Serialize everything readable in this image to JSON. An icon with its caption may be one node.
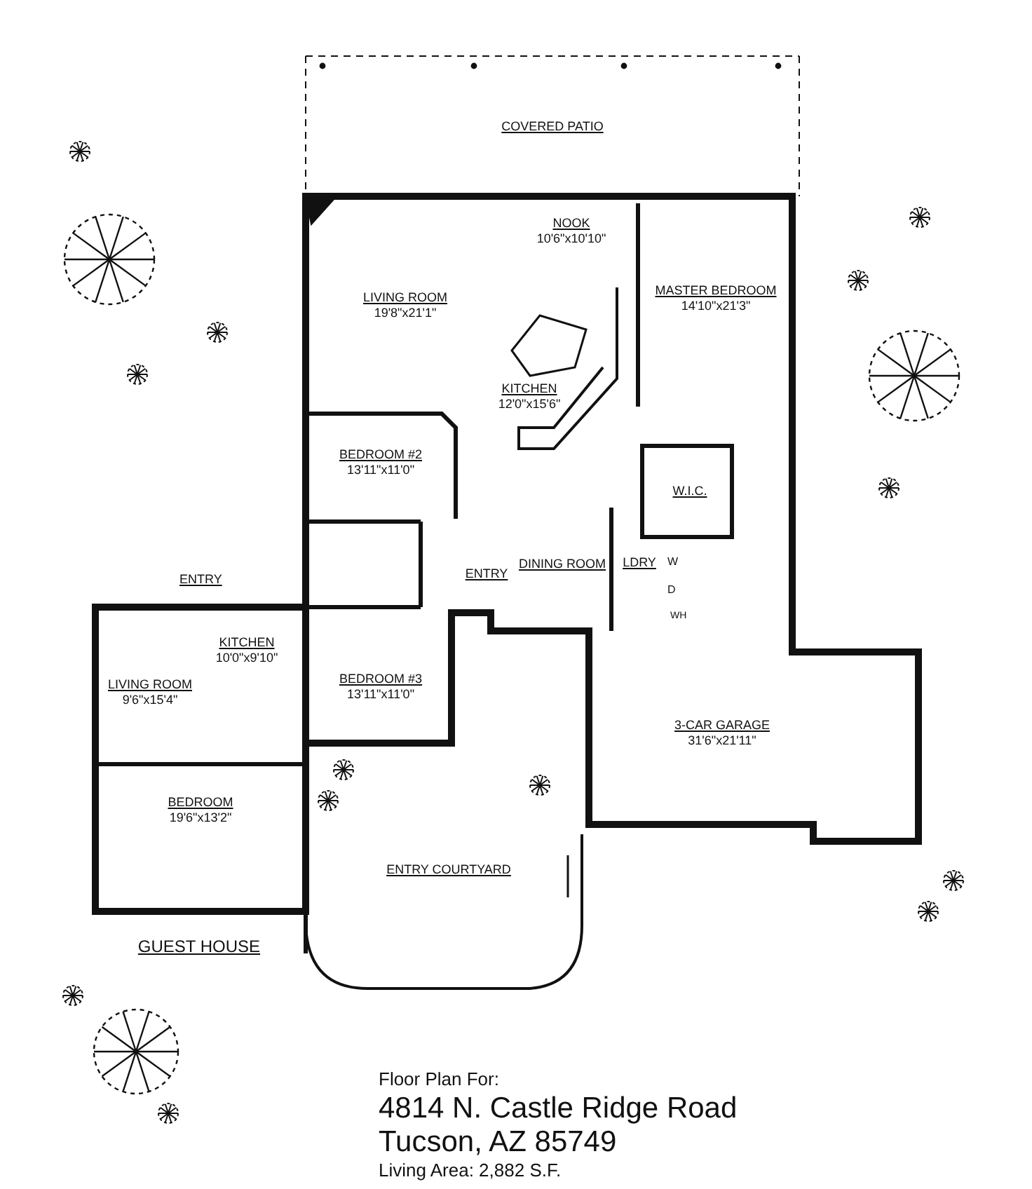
{
  "diagram": {
    "nodes": [
      {
        "text": [
          "COVERED PATIO"
        ]
      },
      {
        "text": [
          "NOOK",
          "10'6\"x10'10\""
        ]
      },
      {
        "text": [
          "LIVING ROOM",
          "19'8\"x21'1\""
        ]
      },
      {
        "text": [
          "MASTER BEDROOM",
          "14'10\"x21'3\""
        ]
      },
      {
        "text": [
          "KITCHEN",
          "12'0\"x15'6\""
        ]
      },
      {
        "text": [
          "BEDROOM #2",
          "13'11\"x11'0\""
        ]
      },
      {
        "text": [
          "W.I.C."
        ]
      },
      {
        "text": [
          "DINING ROOM"
        ]
      },
      {
        "text": [
          "ENTRY"
        ]
      },
      {
        "text": [
          "LDRY"
        ]
      },
      {
        "text": [
          "GUEST HOUSE"
        ]
      },
      {
        "text": [
          "KITCHEN",
          "10'0\"x9'10\""
        ],
        "in": 10
      },
      {
        "text": [
          "LIVING ROOM",
          "9'6\"x15'4\""
        ],
        "in": 10
      },
      {
        "text": [
          "BEDROOM #3",
          "13'11\"x11'0\""
        ]
      },
      {
        "text": [
          "3-CAR GARAGE",
          "31'6\"x21'11\""
        ]
      },
      {
        "text": [
          "BEDROOM",
          "19'6\"x13'2\""
        ],
        "in": 10
      },
      {
        "text": [
          "ENTRY COURTYARD"
        ]
      }
    ],
    "edges": [],
    "labels": [
      "W",
      "ENTRY",
      "D",
      "WH",
      "Floor Plan For:",
      "4814 N. Castle Ridge Road",
      "Tucson, AZ 85749",
      "Living Area: 2,882 S.F."
    ]
  }
}
